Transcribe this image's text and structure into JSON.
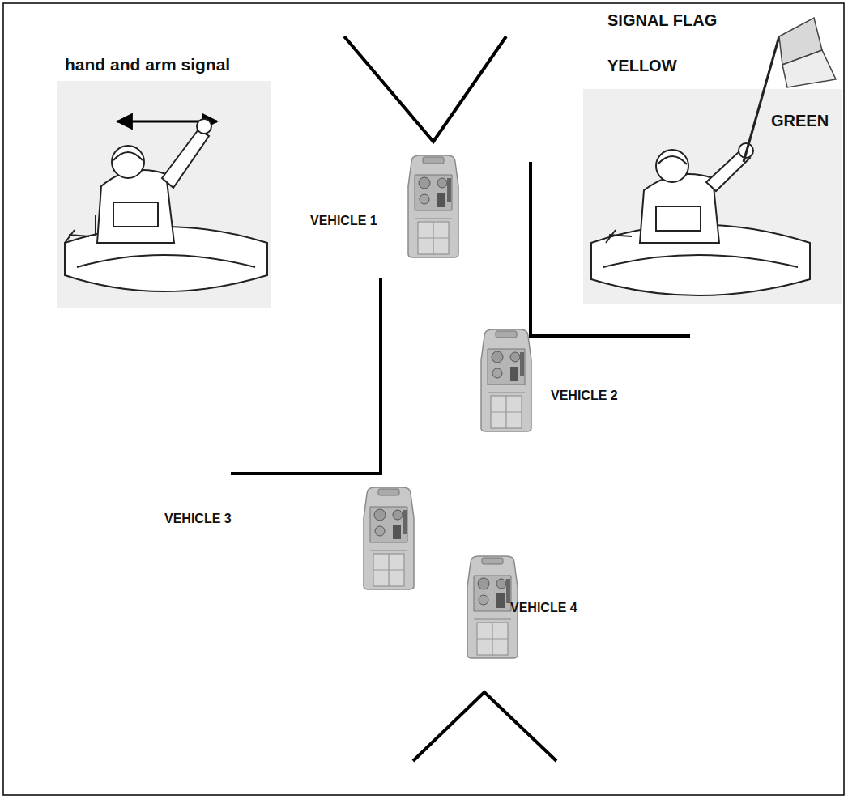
{
  "diagram": {
    "labels": [
      "hand and arm signal",
      "SIGNAL FLAG",
      "YELLOW",
      "GREEN",
      "VEHICLE 1",
      "VEHICLE 2",
      "VEHICLE 3",
      "VEHICLE 4"
    ]
  }
}
